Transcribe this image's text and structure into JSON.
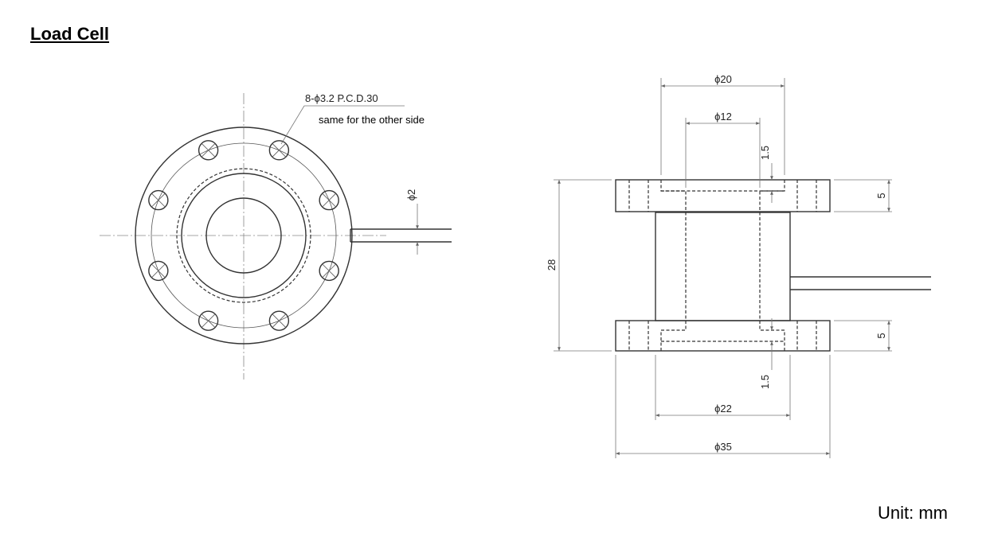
{
  "title": "Load Cell",
  "unit_label": "Unit:  mm",
  "annotations": {
    "hole_spec": "8-ϕ3.2 P.C.D.30",
    "hole_note": "same for the other side",
    "cable_dia": "ϕ2"
  },
  "dimensions": {
    "d20": "ϕ20",
    "d12": "ϕ12",
    "d22": "ϕ22",
    "d35": "ϕ35",
    "h28": "28",
    "t5_top": "5",
    "t5_bottom": "5",
    "r15_top": "1.5",
    "r15_bottom": "1.5"
  },
  "colors": {
    "line": "#333333",
    "dimension": "#777777",
    "centerline": "#888888"
  }
}
